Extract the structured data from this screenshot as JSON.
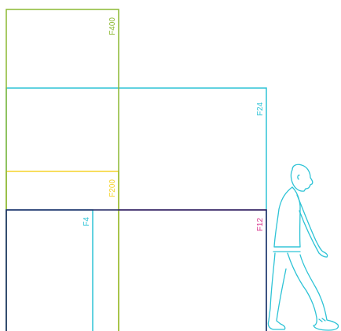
{
  "diagram": {
    "frames": [
      {
        "id": "f400",
        "label": "F400",
        "color": "#8cb832"
      },
      {
        "id": "f24",
        "label": "F24",
        "color": "#2ec3d6"
      },
      {
        "id": "f200",
        "label": "F200",
        "color": "#f5d32a"
      },
      {
        "id": "f12",
        "label": "F12",
        "color": "#d9378e"
      },
      {
        "id": "f4",
        "label": "F4",
        "color": "#2ec3d6"
      },
      {
        "id": "base",
        "label": "",
        "color": "#1f2460"
      }
    ],
    "person": {
      "icon": "walking-person-icon",
      "color": "#2ec3d6"
    }
  }
}
